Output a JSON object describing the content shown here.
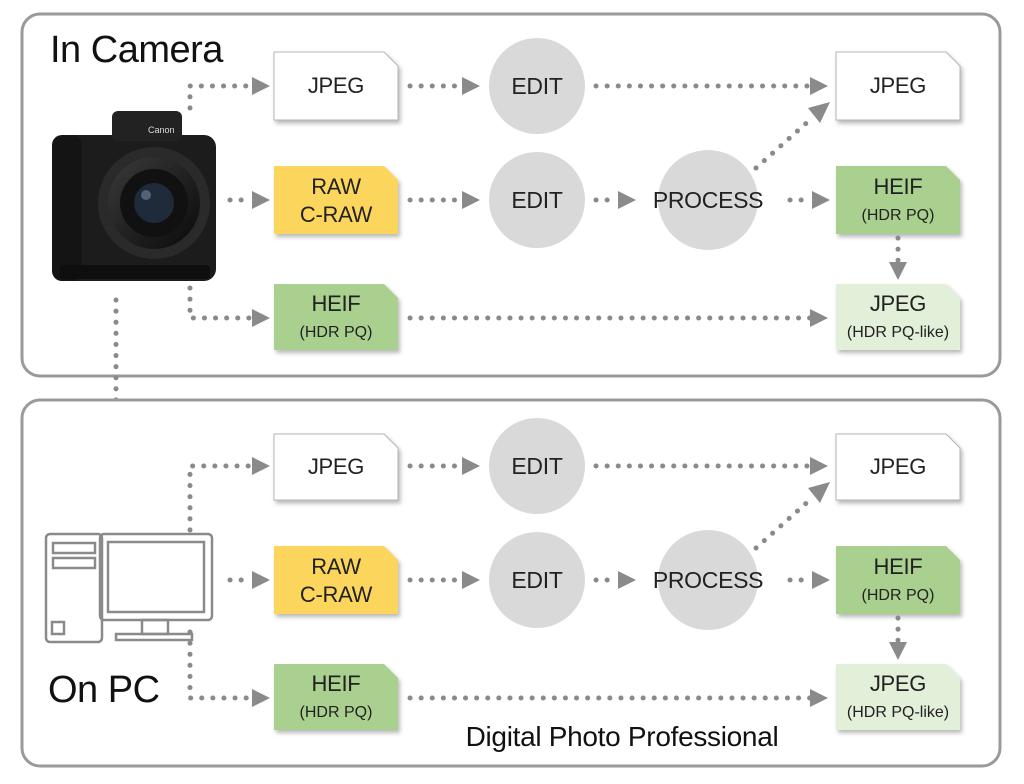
{
  "colors": {
    "jpeg": "#ffffff",
    "raw": "#fcd65b",
    "heif": "#a9d08e",
    "jpeg_hdr": "#e2efd9",
    "circle": "#d9d9d9",
    "arrow": "#8a8a8a",
    "panel_border": "#9a9a9a"
  },
  "icons": {
    "camera": "camera-icon",
    "pc": "pc-icon"
  },
  "panels": [
    {
      "title": "In Camera",
      "rows": {
        "jpeg_in": "JPEG",
        "raw_in": [
          "RAW",
          "C-RAW"
        ],
        "heif_in": [
          "HEIF",
          "(HDR PQ)"
        ],
        "edit": "EDIT",
        "process": "PROCESS",
        "jpeg_out": "JPEG",
        "heif_out": [
          "HEIF",
          "(HDR PQ)"
        ],
        "jpeg_hdr_out": [
          "JPEG",
          "(HDR PQ-like)"
        ]
      }
    },
    {
      "title": "On PC",
      "rows": {
        "jpeg_in": "JPEG",
        "raw_in": [
          "RAW",
          "C-RAW"
        ],
        "heif_in": [
          "HEIF",
          "(HDR PQ)"
        ],
        "edit": "EDIT",
        "process": "PROCESS",
        "jpeg_out": "JPEG",
        "heif_out": [
          "HEIF",
          "(HDR PQ)"
        ],
        "jpeg_hdr_out": [
          "JPEG",
          "(HDR PQ-like)"
        ]
      },
      "footer": "Digital Photo Professional"
    }
  ]
}
